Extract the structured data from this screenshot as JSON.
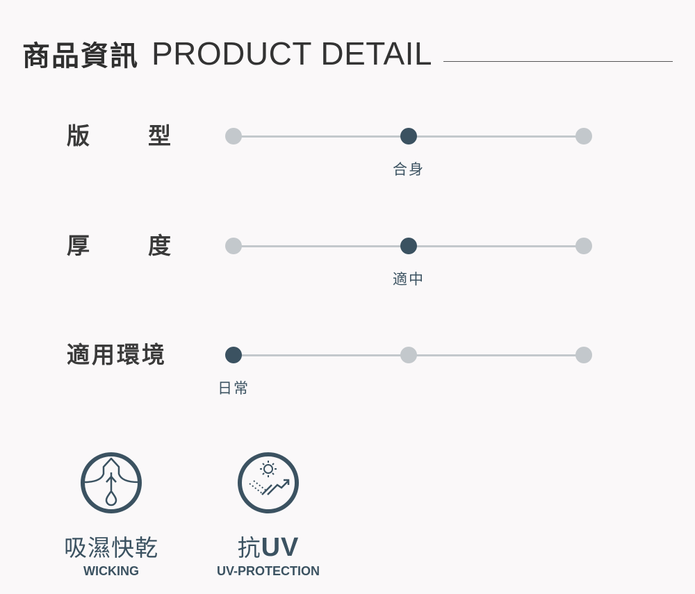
{
  "header": {
    "title_zh": "商品資訊",
    "title_en": "PRODUCT DETAIL"
  },
  "rows": [
    {
      "label_a": "版",
      "label_b": "型",
      "value": "合身",
      "level": 1
    },
    {
      "label_a": "厚",
      "label_b": "度",
      "value": "適中",
      "level": 1
    },
    {
      "label_a": "適用環境",
      "label_b": "",
      "value": "日常",
      "level": 0
    }
  ],
  "features": [
    {
      "icon": "wicking-icon",
      "name_zh": "吸濕快乾",
      "name_en": "WICKING"
    },
    {
      "icon": "uv-protection-icon",
      "name_zh_prefix": "抗",
      "name_zh_suffix": "UV",
      "name_en": "UV-PROTECTION"
    }
  ],
  "colors": {
    "accent": "#3b5261",
    "inactive": "#c3c8cc",
    "background": "#faf8f9"
  }
}
